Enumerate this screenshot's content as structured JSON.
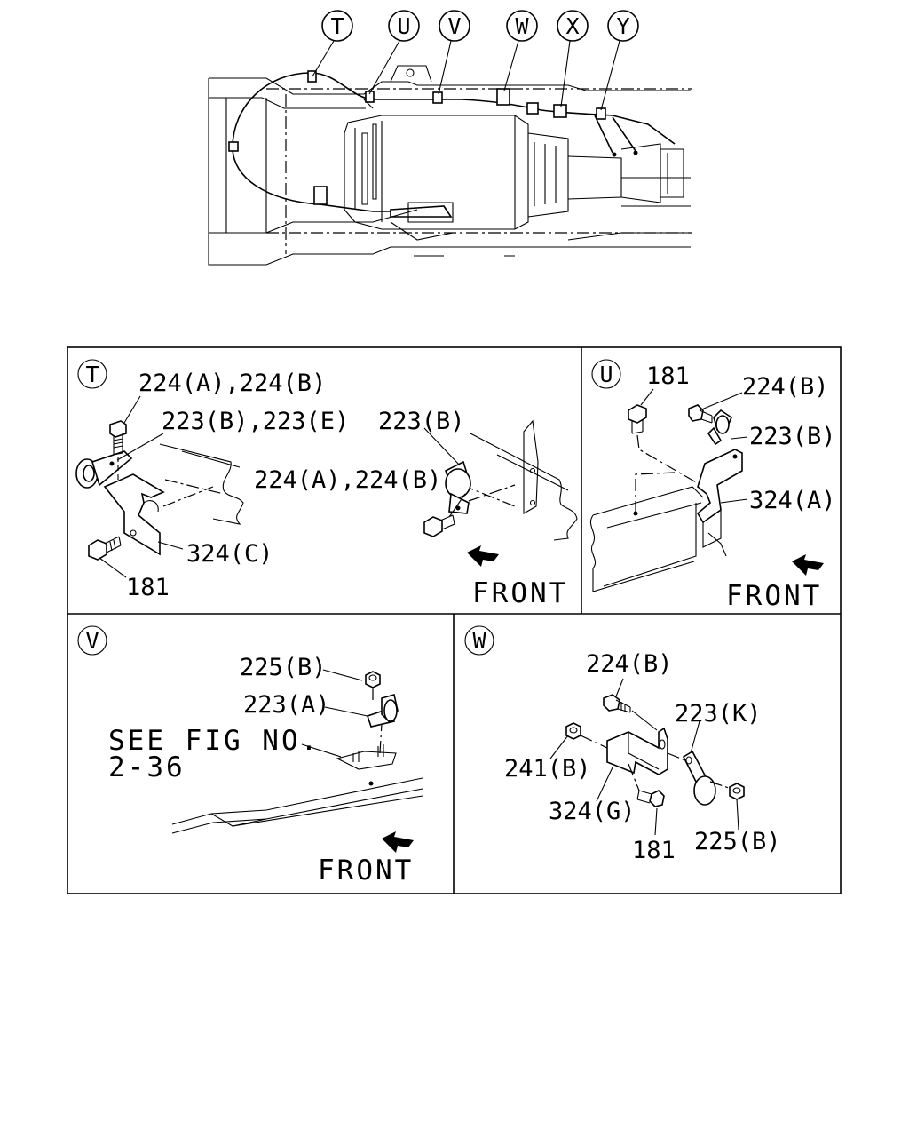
{
  "callouts": [
    "T",
    "U",
    "V",
    "W",
    "X",
    "Y"
  ],
  "panels": {
    "T": {
      "letter": "T",
      "labels": {
        "bolt_top": "224(A),224(B)",
        "clip_left": "223(B),223(E)",
        "clip_right": "223(B)",
        "bolt_mid": "224(A),224(B)",
        "bracket": "324(C)",
        "bolt_bottom": "181",
        "front": "FRONT"
      }
    },
    "U": {
      "letter": "U",
      "labels": {
        "bolt": "181",
        "bolt_small": "224(B)",
        "clip": "223(B)",
        "bracket": "324(A)",
        "front": "FRONT"
      }
    },
    "V": {
      "letter": "V",
      "labels": {
        "nut": "225(B)",
        "clip": "223(A)",
        "see_fig_line1": "SEE FIG NO.",
        "see_fig_line2": "2-36",
        "front": "FRONT"
      }
    },
    "W": {
      "letter": "W",
      "labels": {
        "bolt_top": "224(B)",
        "clip": "223(K)",
        "nut_left": "241(B)",
        "bracket": "324(G)",
        "bolt_bottom": "181",
        "nut_right": "225(B)"
      }
    }
  }
}
